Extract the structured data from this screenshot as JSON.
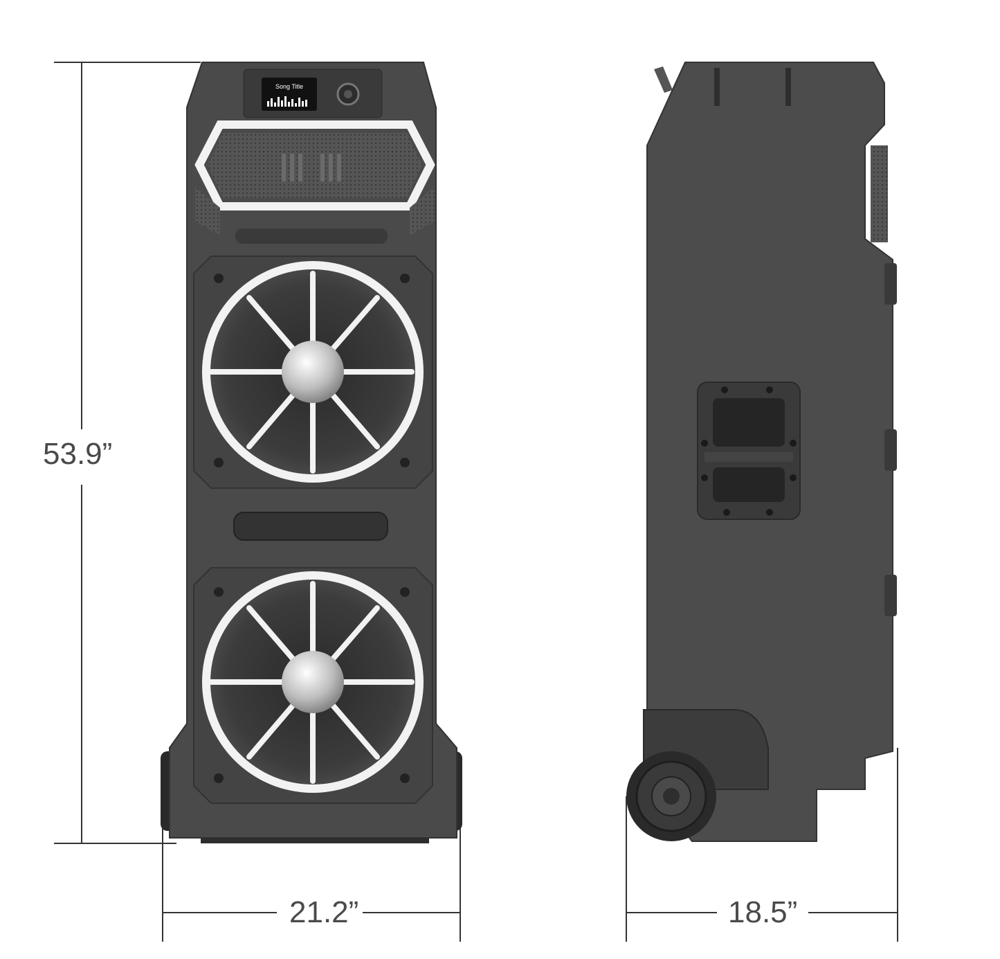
{
  "dimensions": {
    "height_label": "53.9”",
    "front_width_label": "21.2”",
    "side_depth_label": "18.5”"
  },
  "display": {
    "song_title": "Song Title"
  },
  "colors": {
    "body": "#4a4a4a",
    "body_dark": "#2e2e2e",
    "trim": "#f2f2f2",
    "dimension_line": "#333333",
    "label_text": "#4a4a4a"
  }
}
